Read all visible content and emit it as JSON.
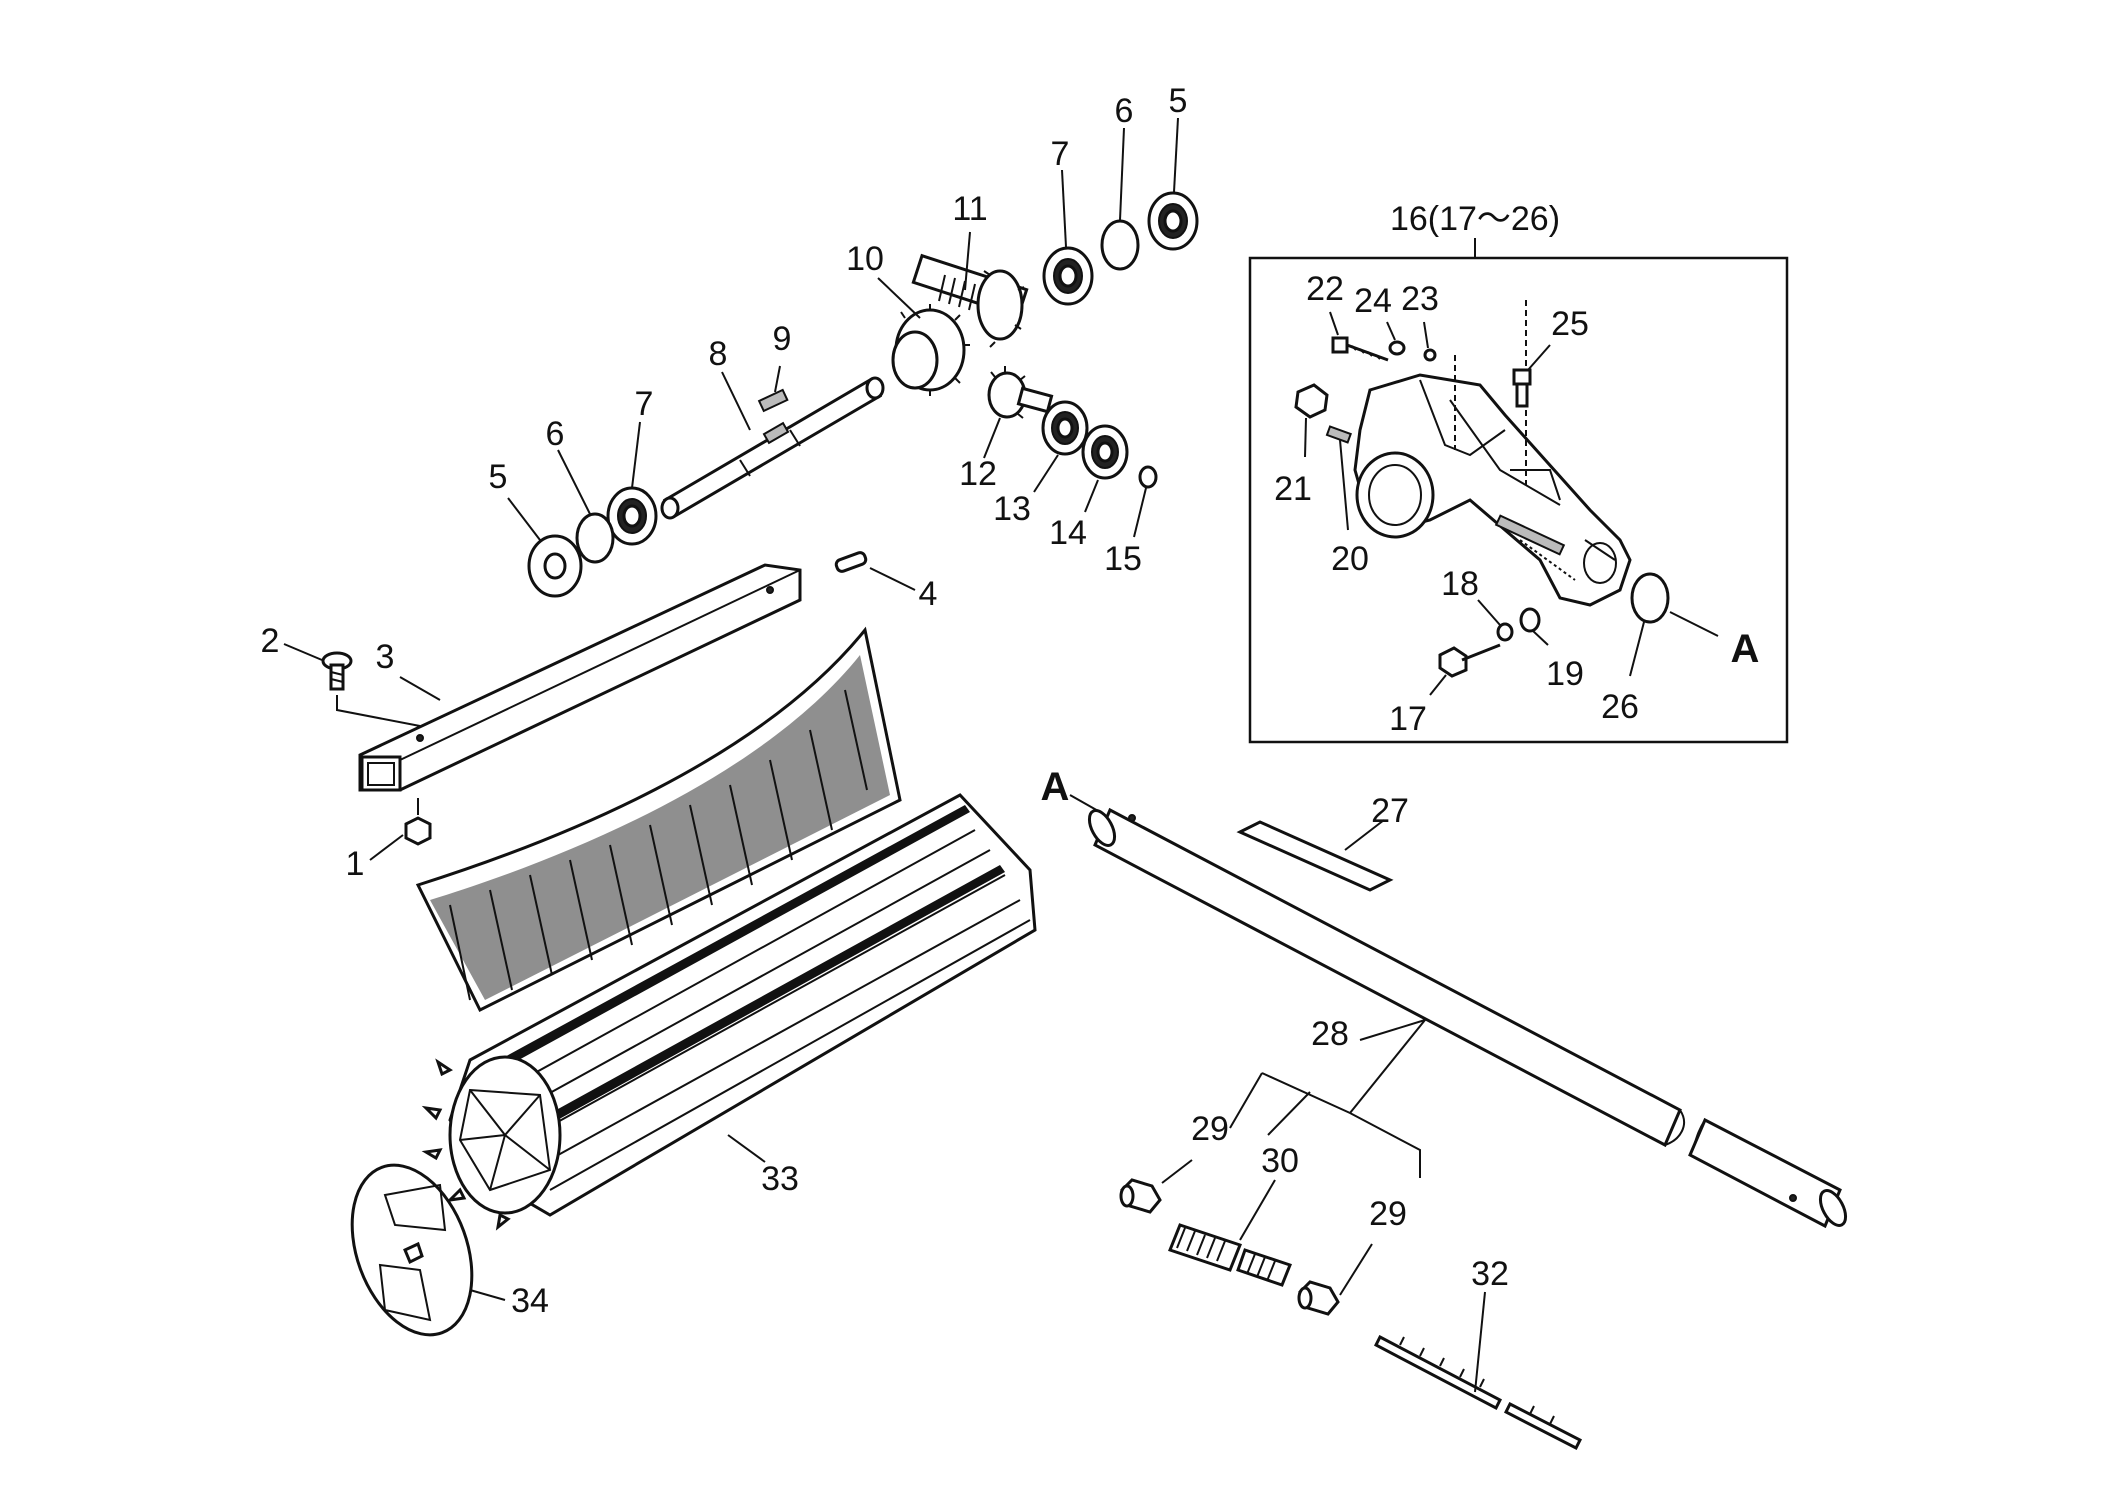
{
  "callouts": [
    {
      "id": "c1",
      "text": "1"
    },
    {
      "id": "c2",
      "text": "2"
    },
    {
      "id": "c3",
      "text": "3"
    },
    {
      "id": "c4",
      "text": "4"
    },
    {
      "id": "c5a",
      "text": "5"
    },
    {
      "id": "c5b",
      "text": "5"
    },
    {
      "id": "c6a",
      "text": "6"
    },
    {
      "id": "c6b",
      "text": "6"
    },
    {
      "id": "c7a",
      "text": "7"
    },
    {
      "id": "c7b",
      "text": "7"
    },
    {
      "id": "c8",
      "text": "8"
    },
    {
      "id": "c9",
      "text": "9"
    },
    {
      "id": "c10",
      "text": "10"
    },
    {
      "id": "c11",
      "text": "11"
    },
    {
      "id": "c12",
      "text": "12"
    },
    {
      "id": "c13",
      "text": "13"
    },
    {
      "id": "c14",
      "text": "14"
    },
    {
      "id": "c15",
      "text": "15"
    },
    {
      "id": "c16",
      "text": "16(17～26)"
    },
    {
      "id": "c17",
      "text": "17"
    },
    {
      "id": "c18",
      "text": "18"
    },
    {
      "id": "c19",
      "text": "19"
    },
    {
      "id": "c20",
      "text": "20"
    },
    {
      "id": "c21",
      "text": "21"
    },
    {
      "id": "c22",
      "text": "22"
    },
    {
      "id": "c23",
      "text": "23"
    },
    {
      "id": "c24",
      "text": "24"
    },
    {
      "id": "c25",
      "text": "25"
    },
    {
      "id": "c26",
      "text": "26"
    },
    {
      "id": "c27",
      "text": "27"
    },
    {
      "id": "c28",
      "text": "28"
    },
    {
      "id": "c29a",
      "text": "29"
    },
    {
      "id": "c29b",
      "text": "29"
    },
    {
      "id": "c30",
      "text": "30"
    },
    {
      "id": "c32",
      "text": "32"
    },
    {
      "id": "c33",
      "text": "33"
    },
    {
      "id": "c34",
      "text": "34"
    }
  ],
  "refs": {
    "a_box": "A",
    "a_shaft": "A"
  }
}
